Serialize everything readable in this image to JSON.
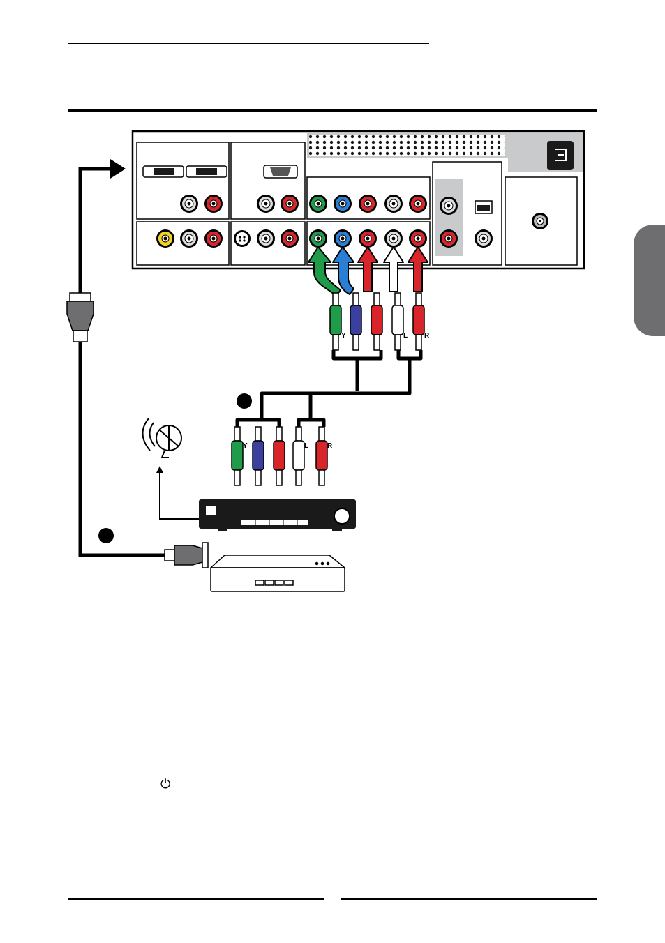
{
  "diagram": {
    "jack_labels": {
      "y": "Y",
      "l": "L",
      "r": "R"
    },
    "power_symbol": "⏻",
    "colors": {
      "green": "#1e9c4a",
      "blue": "#2a7fd4",
      "navy": "#3b3f9e",
      "red": "#d9252a",
      "white": "#ffffff",
      "yellow": "#f4d21e",
      "tab_gray": "#6e6e70",
      "panel_gray": "#c9cacc"
    }
  }
}
